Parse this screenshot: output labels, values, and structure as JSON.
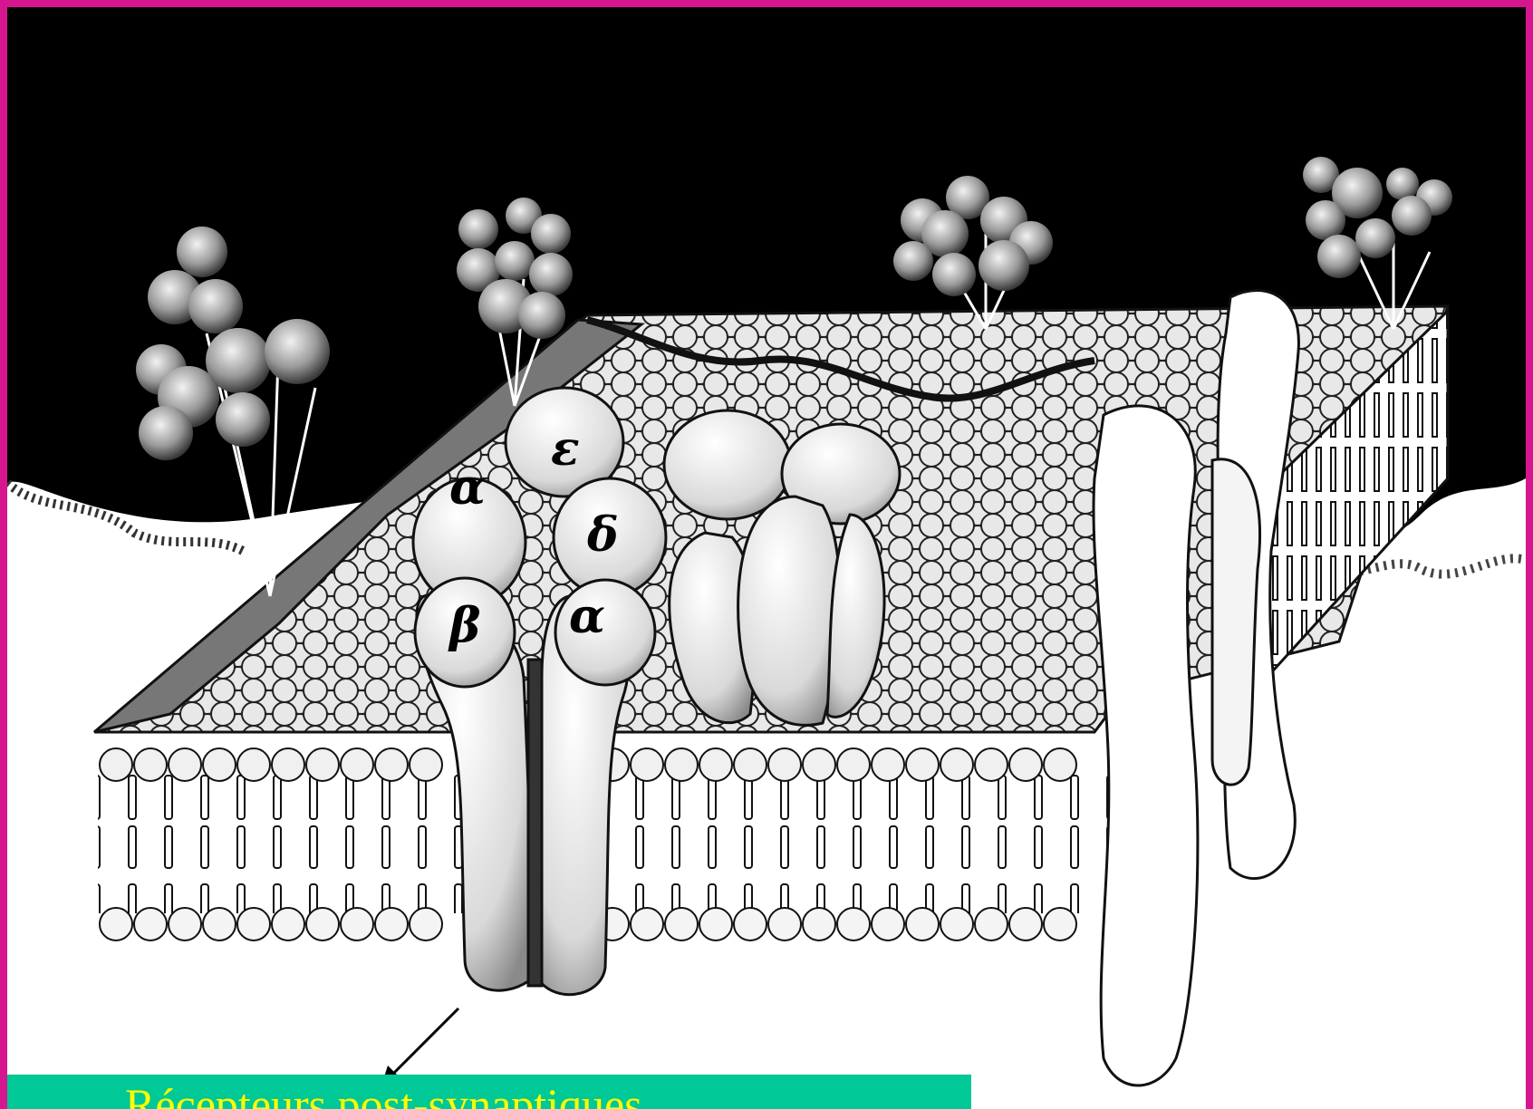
{
  "caption": {
    "text": "Récepteurs post-synaptiques"
  },
  "subunits": {
    "alpha_top": "α",
    "epsilon": "ε",
    "delta": "δ",
    "beta": "β",
    "alpha_bottom": "α"
  },
  "colors": {
    "border": "#d6168f",
    "caption_bg": "#00c896",
    "caption_text": "#ffff00",
    "background_dark": "#000000"
  }
}
